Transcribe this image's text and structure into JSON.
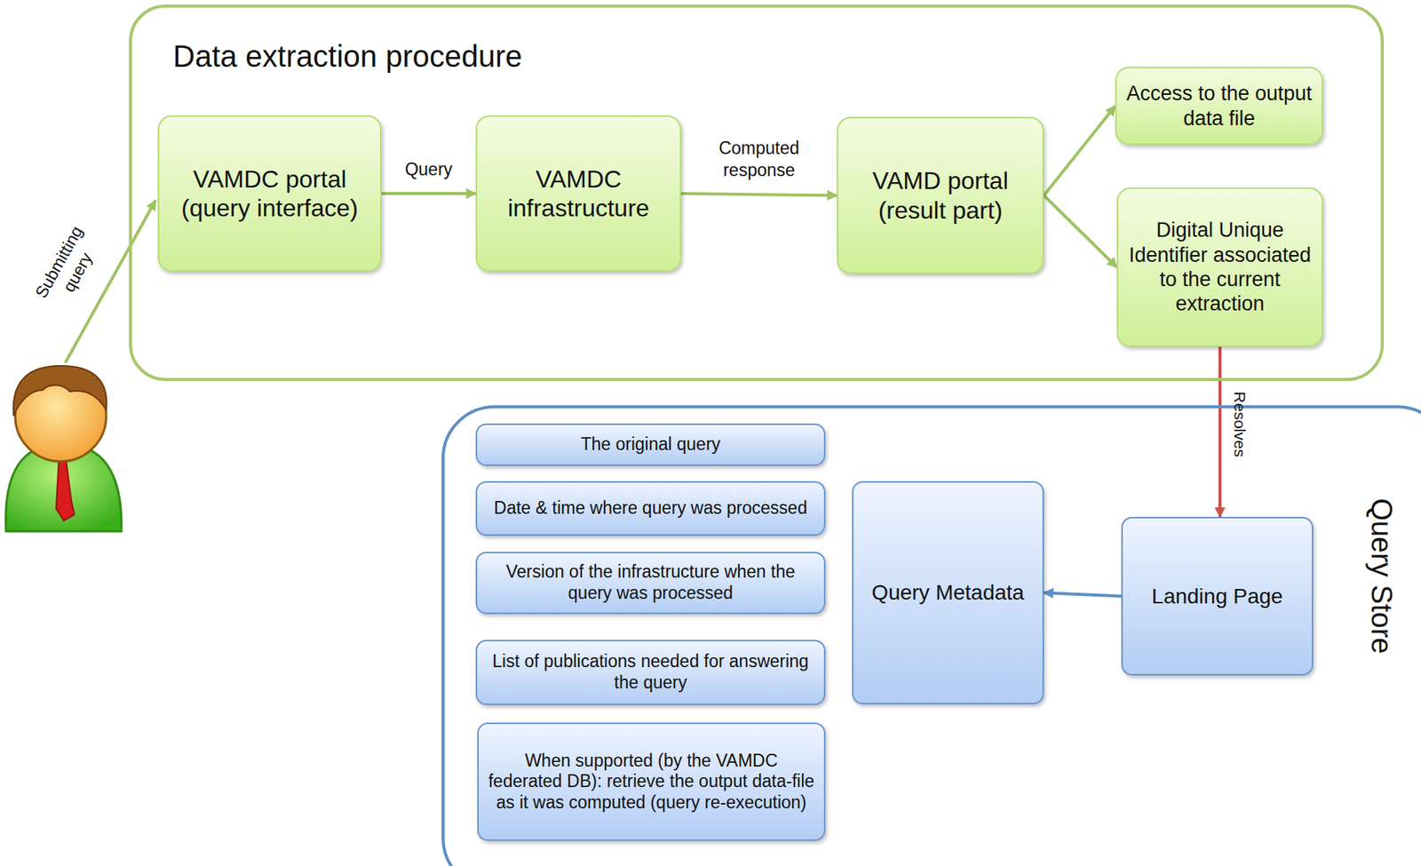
{
  "diagram": {
    "nodes": [
      {
        "text": [
          "Data extraction procedure"
        ]
      },
      {
        "text": [
          "VAMDC portal (query interface)"
        ],
        "in": 0
      },
      {
        "text": [
          "VAMDC infrastructure"
        ],
        "in": 0
      },
      {
        "text": [
          "VAMD portal (result part)"
        ],
        "in": 0
      },
      {
        "text": [
          "Access to the output data file"
        ],
        "in": 0
      },
      {
        "text": [
          "Digital Unique Identifier associated to the current extraction"
        ],
        "in": 0
      },
      {
        "text": [
          "Query Store"
        ]
      },
      {
        "text": [
          "The original query"
        ],
        "in": 6
      },
      {
        "text": [
          "Date & time where query was processed"
        ],
        "in": 6
      },
      {
        "text": [
          "Version of the infrastructure when the query was processed"
        ],
        "in": 6
      },
      {
        "text": [
          "List of publications needed for answering the query"
        ],
        "in": 6
      },
      {
        "text": [
          "When supported (by the VAMDC federated DB): retrieve the output data-file as it was computed  (query re-execution)"
        ],
        "in": 6
      },
      {
        "text": [
          "Query Metadata"
        ],
        "in": 6
      },
      {
        "text": [
          "Landing Page"
        ],
        "in": 6
      }
    ],
    "edges": [
      {
        "from": 1,
        "to": 2,
        "label": "Query",
        "arrow": "to"
      },
      {
        "from": 2,
        "to": 3,
        "label": "Computed response",
        "arrow": "to"
      },
      {
        "from": 3,
        "to": 4,
        "arrow": "to"
      },
      {
        "from": 3,
        "to": 5,
        "arrow": "to"
      },
      {
        "from": 5,
        "to": 13,
        "label": "Resolves",
        "arrow": "to"
      },
      {
        "from": 13,
        "to": 12,
        "arrow": "to"
      }
    ],
    "labels": [
      "Submitting query"
    ]
  }
}
